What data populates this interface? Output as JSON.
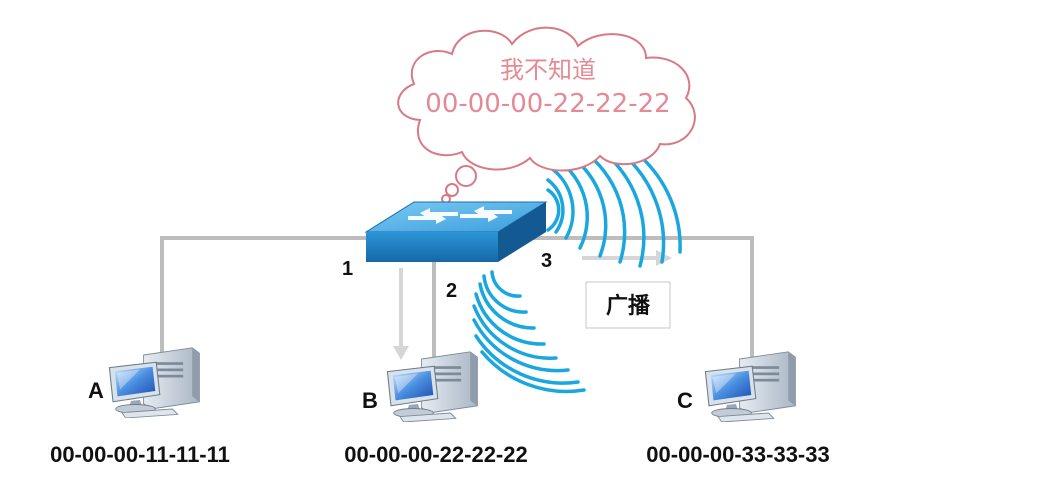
{
  "colors": {
    "cable": "#bdbdbd",
    "wave": "#1aa7df",
    "cloud_stroke": "#d77a86",
    "cloud_text": "#e58a94",
    "switch_top": "#5cb4ea",
    "switch_front": "#1d82c4",
    "arrow": "#d6d6d6"
  },
  "thought_cloud": {
    "line1": "我不知道",
    "line2": "00-00-00-22-22-22"
  },
  "switch": {
    "icon": "network-switch-icon",
    "ports": {
      "p1": "1",
      "p2": "2",
      "p3": "3"
    }
  },
  "broadcast_label": "广播",
  "hosts": [
    {
      "id": "A",
      "mac": "00-00-00-11-11-11",
      "icon": "computer-icon"
    },
    {
      "id": "B",
      "mac": "00-00-00-22-22-22",
      "icon": "computer-icon"
    },
    {
      "id": "C",
      "mac": "00-00-00-33-33-33",
      "icon": "computer-icon"
    }
  ]
}
